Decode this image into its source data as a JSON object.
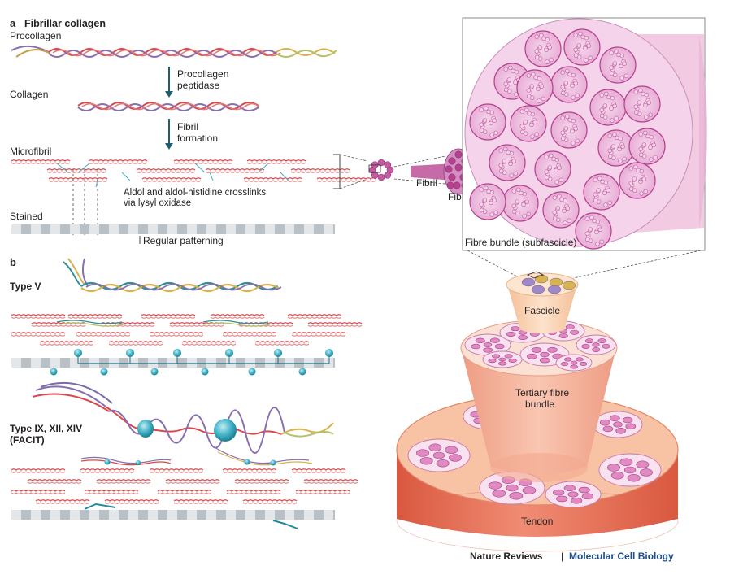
{
  "panel_a": {
    "letter": "a",
    "title": "Fibrillar collagen",
    "procollagen": "Procollagen",
    "step1": [
      "Procollagen",
      "peptidase"
    ],
    "collagen": "Collagen",
    "step2": [
      "Fibril",
      "formation"
    ],
    "microfibril": "Microfibril",
    "crosslinks": [
      "Aldol and aldol-histidine crosslinks",
      "via lysyl oxidase"
    ],
    "stained": "Stained",
    "patterning": "Regular patterning"
  },
  "panel_b": {
    "letter": "b",
    "type_v": "Type V",
    "facit": [
      "Type IX, XII, XIV",
      "(FACIT)"
    ]
  },
  "hierarchy": {
    "fibril": "Fibril",
    "fibre": "Fibre",
    "fibre_bundle": "Fibre bundle (subfascicle)",
    "fascicle": "Fascicle",
    "tertiary": [
      "Tertiary fibre",
      "bundle"
    ],
    "tendon": "Tendon"
  },
  "credit": {
    "journal": "Nature Reviews",
    "separator": "|",
    "section": "Molecular Cell Biology"
  },
  "colors": {
    "strand_red": "#d9474b",
    "strand_purple": "#8a6fb0",
    "strand_yellow": "#d8b24a",
    "strand_teal": "#2f8f95",
    "arrow_teal": "#1f5f6b",
    "bead": "#3db1c4",
    "pink_dark": "#b6418f",
    "pink_mid": "#e08fc8",
    "pink_light": "#f3d3ea",
    "tendon": "#e87b62",
    "tertiary": "#f4b49c",
    "fascicle": "#f8d3b4",
    "credit_blue": "#1c4e8a"
  }
}
